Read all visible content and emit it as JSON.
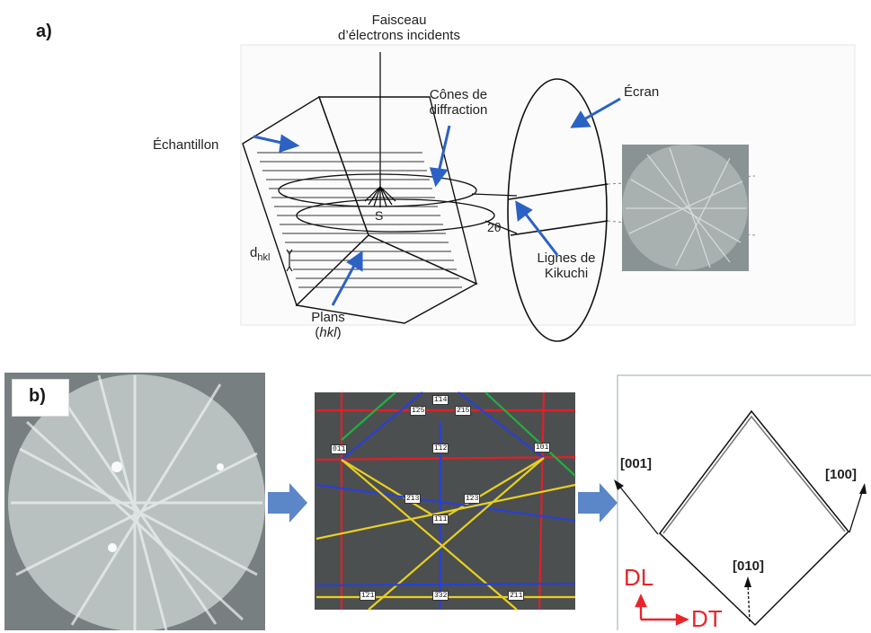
{
  "panel_a": {
    "label": "a)",
    "beam_line1": "Faisceau",
    "beam_line2": "d’électrons incidents",
    "cones_line1": "Cônes de",
    "cones_line2": "diffraction",
    "screen": "Écran",
    "sample": "Échantillon",
    "source": "S",
    "angle": "2θ",
    "d_main": "d",
    "d_sub": "hkl",
    "kikuchi_line1": "Lignes de",
    "kikuchi_line2": "Kikuchi",
    "planes_line1": "Plans",
    "planes_line2_open": "(",
    "planes_line2_ital": "hkl",
    "planes_line2_close": ")"
  },
  "panel_b": {
    "label": "b)",
    "index_tags": [
      "1̄14",
      "1̄25",
      "2̄15",
      "01̄1",
      "1̄01",
      "1̄12",
      "2̄13",
      "1̄23",
      "1̄11",
      "1̄21",
      "3̄32",
      "2̄11"
    ],
    "dir_001": "[001]",
    "dir_100": "[100]",
    "dir_010": "[010]",
    "axis_dl": "DL",
    "axis_dt": "DT"
  },
  "colors": {
    "arrow_blue": "#2b62c4",
    "flow_arrow": "#5b86c8",
    "axis_red": "#e8252a",
    "band_red": "#e0202a",
    "band_blue": "#2840d8",
    "band_green": "#22b040",
    "band_yellow": "#e8d020"
  }
}
